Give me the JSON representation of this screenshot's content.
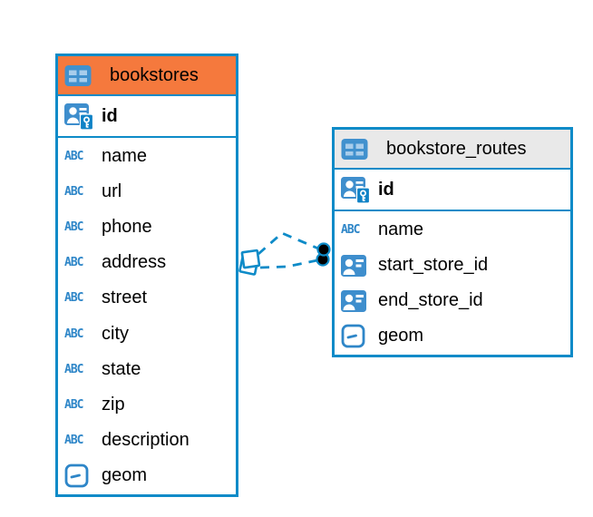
{
  "diagram": {
    "type": "entity-relationship-diagram",
    "background_color": "#ffffff",
    "accent_color": "#0e8bc8"
  },
  "tables": [
    {
      "name": "bookstores",
      "icon": "table-icon",
      "header_color": "#f5793d",
      "primary_key": {
        "label": "id",
        "icon": "primary-key-icon"
      },
      "columns": [
        {
          "label": "name",
          "icon": "text-type-icon"
        },
        {
          "label": "url",
          "icon": "text-type-icon"
        },
        {
          "label": "phone",
          "icon": "text-type-icon"
        },
        {
          "label": "address",
          "icon": "text-type-icon"
        },
        {
          "label": "street",
          "icon": "text-type-icon"
        },
        {
          "label": "city",
          "icon": "text-type-icon"
        },
        {
          "label": "state",
          "icon": "text-type-icon"
        },
        {
          "label": "zip",
          "icon": "text-type-icon"
        },
        {
          "label": "description",
          "icon": "text-type-icon"
        },
        {
          "label": "geom",
          "icon": "geometry-type-icon"
        }
      ]
    },
    {
      "name": "bookstore_routes",
      "icon": "table-icon",
      "header_color": "#e9e9e9",
      "primary_key": {
        "label": "id",
        "icon": "primary-key-icon"
      },
      "columns": [
        {
          "label": "name",
          "icon": "text-type-icon"
        },
        {
          "label": "start_store_id",
          "icon": "reference-icon"
        },
        {
          "label": "end_store_id",
          "icon": "reference-icon"
        },
        {
          "label": "geom",
          "icon": "geometry-type-icon"
        }
      ]
    }
  ],
  "relationships": [
    {
      "from_table": "bookstore_routes",
      "from_column": "start_store_id",
      "to_table": "bookstores",
      "to_column": "id",
      "line_style": "dashed"
    },
    {
      "from_table": "bookstore_routes",
      "from_column": "end_store_id",
      "to_table": "bookstores",
      "to_column": "id",
      "line_style": "dashed"
    }
  ]
}
